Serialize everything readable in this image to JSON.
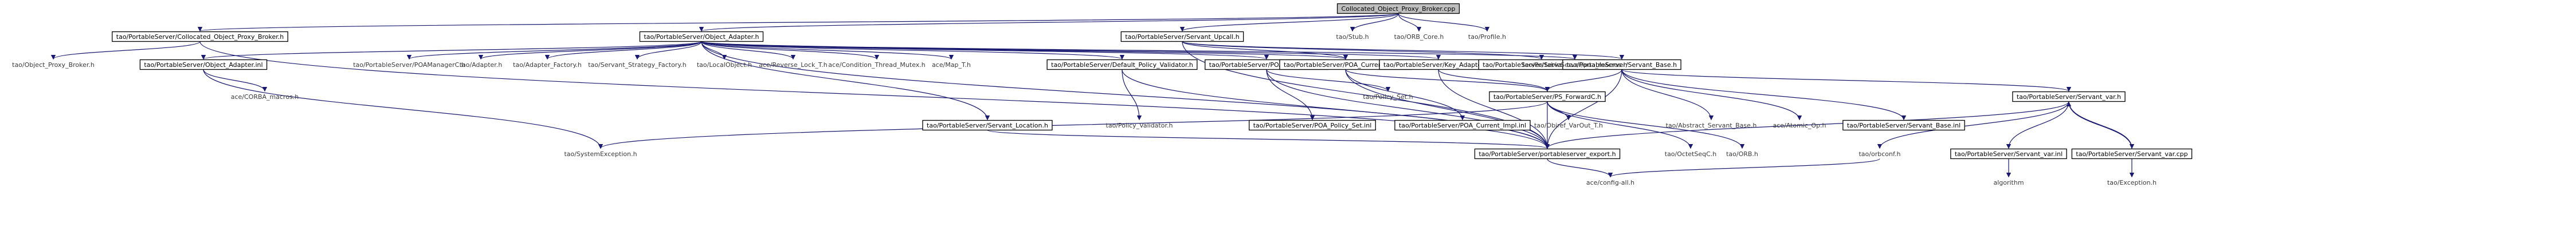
{
  "diagram": {
    "title": "",
    "colors": {
      "edge": "#191970",
      "root_fill": "#bfbfbf",
      "box_border": "#000000",
      "text": "#000000"
    },
    "nodes": [
      {
        "id": "root",
        "label": "Collocated_Object_Proxy_Broker.cpp",
        "kind": "root"
      },
      {
        "id": "copb_h",
        "label": "tao/PortableServer/Collocated_Object_Proxy_Broker.h",
        "kind": "box"
      },
      {
        "id": "oa_h",
        "label": "tao/PortableServer/Object_Adapter.h",
        "kind": "box"
      },
      {
        "id": "su_h",
        "label": "tao/PortableServer/Servant_Upcall.h",
        "kind": "box"
      },
      {
        "id": "stub_h",
        "label": "tao/Stub.h",
        "kind": "plain"
      },
      {
        "id": "orb_core_h",
        "label": "tao/ORB_Core.h",
        "kind": "plain"
      },
      {
        "id": "profile_h",
        "label": "tao/Profile.h",
        "kind": "plain"
      },
      {
        "id": "opb_h",
        "label": "tao/Object_Proxy_Broker.h",
        "kind": "plain"
      },
      {
        "id": "oa_inl",
        "label": "tao/PortableServer/Object_Adapter.inl",
        "kind": "box"
      },
      {
        "id": "poamanager_h",
        "label": "tao/PortableServer/POAManagerC.h",
        "kind": "plain"
      },
      {
        "id": "adapter_h",
        "label": "tao/Adapter.h",
        "kind": "plain"
      },
      {
        "id": "adapter_factory_h",
        "label": "tao/Adapter_Factory.h",
        "kind": "plain"
      },
      {
        "id": "ssf_h",
        "label": "tao/Servant_Strategy_Factory.h",
        "kind": "plain"
      },
      {
        "id": "localobject_h",
        "label": "tao/LocalObject.h",
        "kind": "plain"
      },
      {
        "id": "reverse_lock_h",
        "label": "ace/Reverse_Lock_T.h",
        "kind": "plain"
      },
      {
        "id": "ctm_h",
        "label": "ace/Condition_Thread_Mutex.h",
        "kind": "plain"
      },
      {
        "id": "map_t_h",
        "label": "ace/Map_T.h",
        "kind": "plain"
      },
      {
        "id": "sl_h",
        "label": "tao/PortableServer/Servant_Location.h",
        "kind": "box"
      },
      {
        "id": "dpv_h",
        "label": "tao/PortableServer/Default_Policy_Validator.h",
        "kind": "box"
      },
      {
        "id": "pps_h",
        "label": "tao/PortableServer/POA_Policy_Set.h",
        "kind": "box"
      },
      {
        "id": "pci_h",
        "label": "tao/PortableServer/POA_Current_Impl.h",
        "kind": "box"
      },
      {
        "id": "ka_h",
        "label": "tao/PortableServer/Key_Adapters.h",
        "kind": "box"
      },
      {
        "id": "su_inl",
        "label": "tao/PortableServer/Servant_Upcall.inl",
        "kind": "box"
      },
      {
        "id": "sb_h",
        "label": "tao/PortableServer/Servant_Base.h",
        "kind": "box"
      },
      {
        "id": "ace_config_macros_h",
        "label": "ace/CORBA_macros.h",
        "kind": "plain"
      },
      {
        "id": "policy_validator_h",
        "label": "tao/Policy_Validator.h",
        "kind": "plain"
      },
      {
        "id": "pps_inl",
        "label": "tao/PortableServer/POA_Policy_Set.inl",
        "kind": "box"
      },
      {
        "id": "policy_set_h",
        "label": "tao/Policy_Set.h",
        "kind": "plain"
      },
      {
        "id": "pci_inl",
        "label": "tao/PortableServer/POA_Current_Impl.inl",
        "kind": "box"
      },
      {
        "id": "ps_fwd_h",
        "label": "tao/PortableServer/PS_ForwardC.h",
        "kind": "box"
      },
      {
        "id": "poa_macros_h",
        "label": "tao/PortableServer/poa_macros.h",
        "kind": "plain"
      },
      {
        "id": "asb_h",
        "label": "tao/Abstract_Servant_Base.h",
        "kind": "plain"
      },
      {
        "id": "atomic_op_h",
        "label": "ace/Atomic_Op.h",
        "kind": "plain"
      },
      {
        "id": "sb_inl",
        "label": "tao/PortableServer/Servant_Base.inl",
        "kind": "box"
      },
      {
        "id": "sv_h",
        "label": "tao/PortableServer/Servant_var.h",
        "kind": "box"
      },
      {
        "id": "sysexc_h",
        "label": "tao/SystemException.h",
        "kind": "plain"
      },
      {
        "id": "export_h",
        "label": "tao/PortableServer/portableserver_export.h",
        "kind": "box"
      },
      {
        "id": "objectid_h",
        "label": "tao/Objref_VarOut_T.h",
        "kind": "plain"
      },
      {
        "id": "octetseq_h",
        "label": "tao/OctetSeqC.h",
        "kind": "plain"
      },
      {
        "id": "orb_h",
        "label": "tao/ORB.h",
        "kind": "plain"
      },
      {
        "id": "orbconf_h",
        "label": "tao/orbconf.h",
        "kind": "plain"
      },
      {
        "id": "sv_inl",
        "label": "tao/PortableServer/Servant_var.inl",
        "kind": "box"
      },
      {
        "id": "sv_cpp",
        "label": "tao/PortableServer/Servant_var.cpp",
        "kind": "box"
      },
      {
        "id": "config_all_h",
        "label": "ace/config-all.h",
        "kind": "plain"
      },
      {
        "id": "algorithm",
        "label": "algorithm",
        "kind": "plain"
      },
      {
        "id": "exception_h",
        "label": "tao/Exception.h",
        "kind": "plain"
      }
    ],
    "edges": [
      [
        "root",
        "copb_h"
      ],
      [
        "root",
        "oa_h"
      ],
      [
        "root",
        "su_h"
      ],
      [
        "root",
        "stub_h"
      ],
      [
        "root",
        "orb_core_h"
      ],
      [
        "root",
        "profile_h"
      ],
      [
        "copb_h",
        "opb_h"
      ],
      [
        "copb_h",
        "export_h"
      ],
      [
        "oa_h",
        "oa_inl"
      ],
      [
        "oa_h",
        "poamanager_h"
      ],
      [
        "oa_h",
        "adapter_h"
      ],
      [
        "oa_h",
        "adapter_factory_h"
      ],
      [
        "oa_h",
        "ssf_h"
      ],
      [
        "oa_h",
        "localobject_h"
      ],
      [
        "oa_h",
        "reverse_lock_h"
      ],
      [
        "oa_h",
        "ctm_h"
      ],
      [
        "oa_h",
        "map_t_h"
      ],
      [
        "oa_h",
        "sl_h"
      ],
      [
        "oa_h",
        "dpv_h"
      ],
      [
        "oa_h",
        "pps_h"
      ],
      [
        "oa_h",
        "pci_h"
      ],
      [
        "oa_h",
        "ka_h"
      ],
      [
        "oa_h",
        "poa_macros_h"
      ],
      [
        "oa_h",
        "export_h"
      ],
      [
        "su_h",
        "su_inl"
      ],
      [
        "su_h",
        "sb_h"
      ],
      [
        "su_h",
        "pci_h"
      ],
      [
        "su_h",
        "export_h"
      ],
      [
        "oa_inl",
        "ace_config_macros_h"
      ],
      [
        "oa_inl",
        "sysexc_h"
      ],
      [
        "dpv_h",
        "policy_validator_h"
      ],
      [
        "dpv_h",
        "export_h"
      ],
      [
        "pps_h",
        "pps_inl"
      ],
      [
        "pps_h",
        "policy_set_h"
      ],
      [
        "pps_h",
        "export_h"
      ],
      [
        "pci_h",
        "pci_inl"
      ],
      [
        "pci_h",
        "ps_fwd_h"
      ],
      [
        "pci_h",
        "export_h"
      ],
      [
        "ka_h",
        "export_h"
      ],
      [
        "ka_h",
        "ps_fwd_h"
      ],
      [
        "sl_h",
        "export_h"
      ],
      [
        "sb_h",
        "ps_fwd_h"
      ],
      [
        "sb_h",
        "asb_h"
      ],
      [
        "sb_h",
        "atomic_op_h"
      ],
      [
        "sb_h",
        "sb_inl"
      ],
      [
        "sb_h",
        "sv_h"
      ],
      [
        "sb_h",
        "export_h"
      ],
      [
        "ps_fwd_h",
        "objectid_h"
      ],
      [
        "ps_fwd_h",
        "octetseq_h"
      ],
      [
        "ps_fwd_h",
        "orb_h"
      ],
      [
        "ps_fwd_h",
        "export_h"
      ],
      [
        "ps_fwd_h",
        "sysexc_h"
      ],
      [
        "sv_h",
        "sv_inl"
      ],
      [
        "sv_h",
        "sv_cpp"
      ],
      [
        "sv_h",
        "orbconf_h"
      ],
      [
        "sv_h",
        "export_h"
      ],
      [
        "sv_inl",
        "algorithm"
      ],
      [
        "sv_cpp",
        "exception_h"
      ],
      [
        "sv_cpp",
        "sv_h"
      ],
      [
        "export_h",
        "config_all_h"
      ],
      [
        "orbconf_h",
        "config_all_h"
      ]
    ]
  }
}
